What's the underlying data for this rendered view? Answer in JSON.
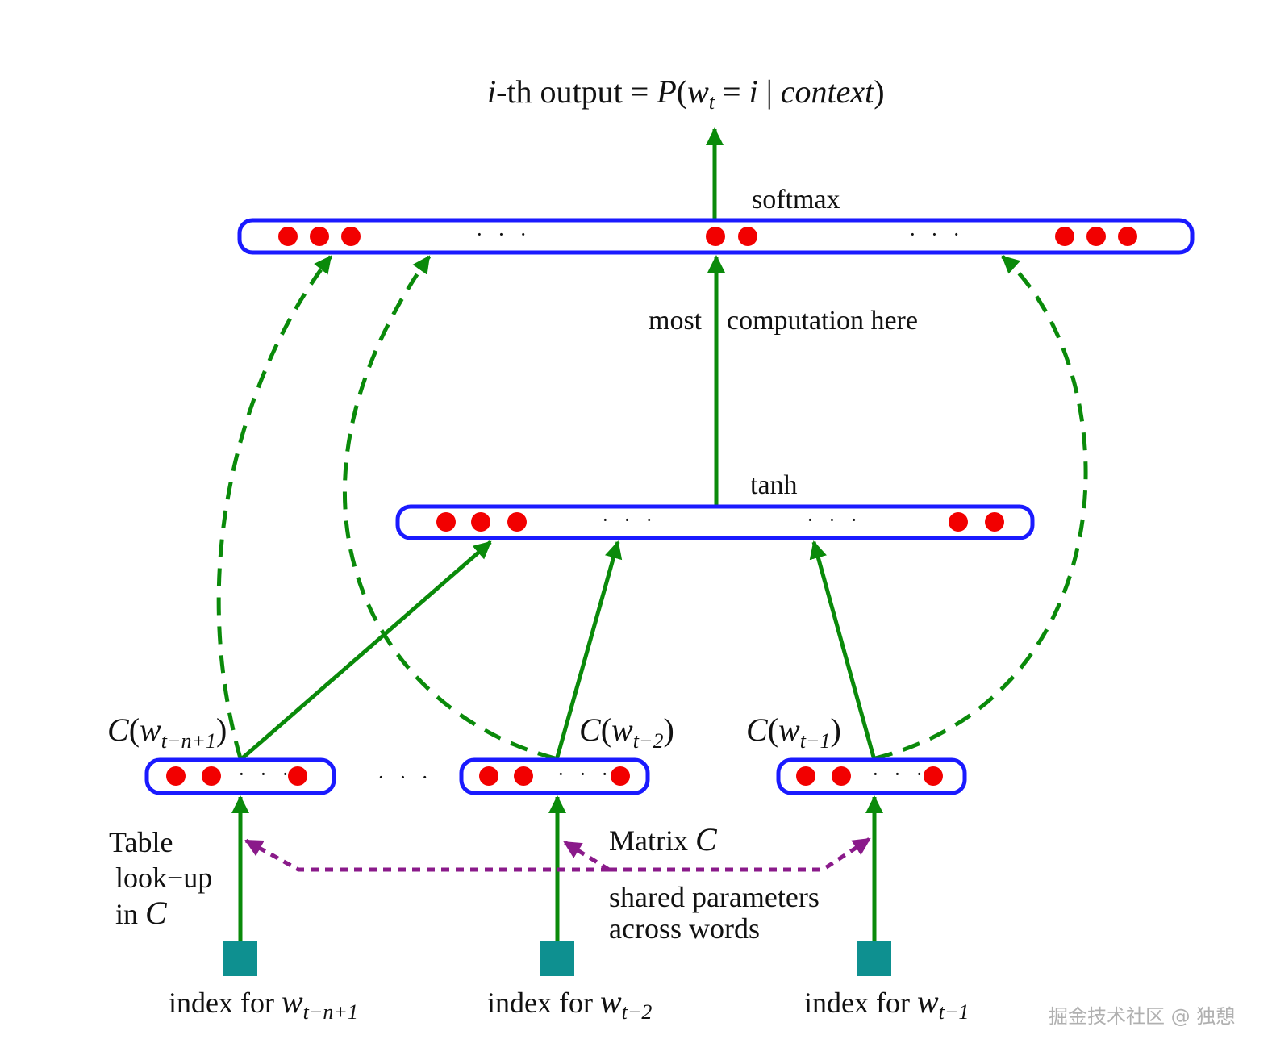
{
  "title": {
    "i": "i",
    "rest": "-th output = ",
    "P": "P",
    "open": "(",
    "w": "w",
    "t": "t",
    "eq": " = ",
    "ival": "i",
    "bar": " | ",
    "context": "context",
    "close": ")"
  },
  "layers": {
    "softmax": "softmax",
    "tanh": "tanh",
    "most": "most",
    "computation": "computation here",
    "dots": "· · ·"
  },
  "embeddings": {
    "c1": {
      "C": "C",
      "open": "(",
      "w": "w",
      "sub": "t−n+1",
      "close": ")"
    },
    "c2": {
      "C": "C",
      "open": "(",
      "w": "w",
      "sub": "t−2",
      "close": ")"
    },
    "c3": {
      "C": "C",
      "open": "(",
      "w": "w",
      "sub": "t−1",
      "close": ")"
    }
  },
  "lookup": {
    "line1": "Table",
    "line2": "look−up",
    "line3": "in ",
    "C": "C"
  },
  "matrix": {
    "label": "Matrix ",
    "C": "C",
    "shared1": "shared parameters",
    "shared2": "across words"
  },
  "indices": {
    "prefix": "index for ",
    "w": "w",
    "sub1": "t−n+1",
    "sub2": "t−2",
    "sub3": "t−1"
  },
  "watermark": "掘金技术社区 @ 独憩",
  "colors": {
    "box": "#1a1aff",
    "node": "#f20000",
    "arrow": "#0a8a0a",
    "shared": "#8a1a8a",
    "index": "#0e9090"
  }
}
